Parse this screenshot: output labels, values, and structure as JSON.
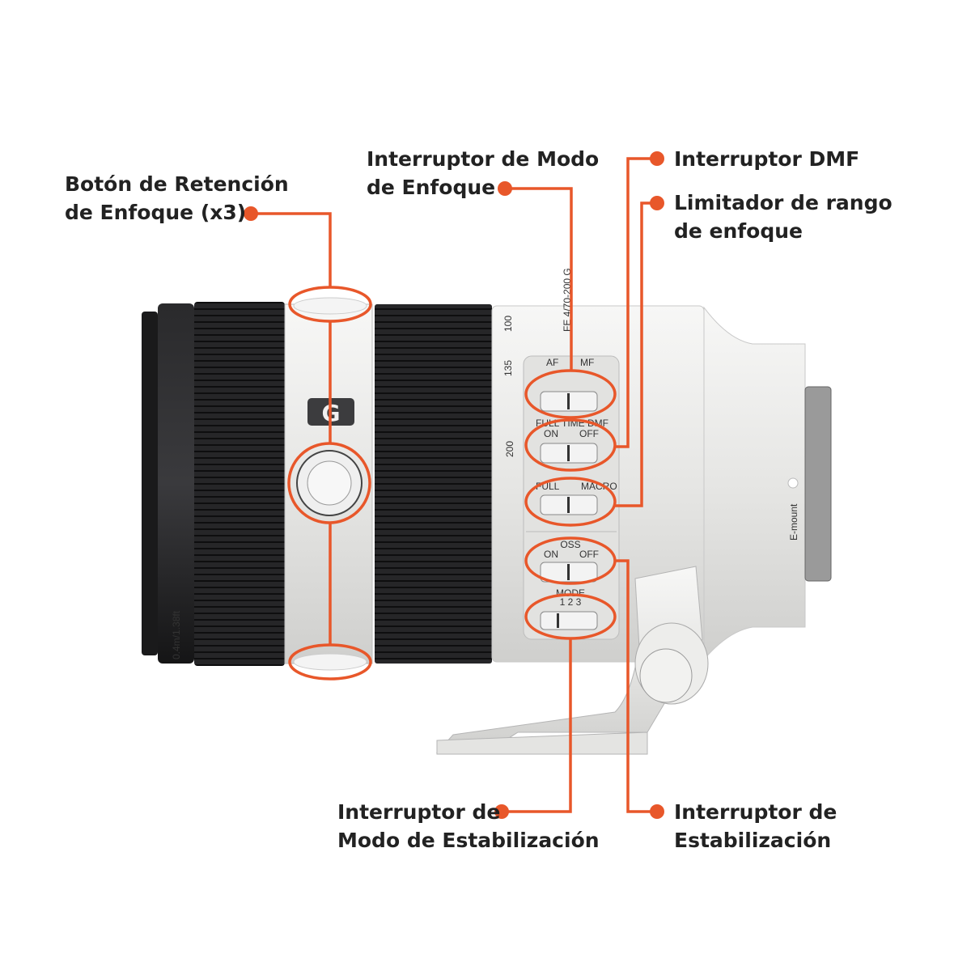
{
  "colors": {
    "accent": "#e8572a",
    "lens_white": "#ebebea",
    "lens_black": "#1e1e1f"
  },
  "callouts": [
    {
      "id": "focus-hold",
      "lines": [
        "Botón de Retención",
        "de Enfoque (x3)"
      ]
    },
    {
      "id": "focus-mode",
      "lines": [
        "Interruptor de Modo",
        "de Enfoque"
      ]
    },
    {
      "id": "dmf",
      "lines": [
        "Interruptor DMF"
      ]
    },
    {
      "id": "focus-range",
      "lines": [
        "Limitador de rango",
        "de enfoque"
      ]
    },
    {
      "id": "stab-mode",
      "lines": [
        "Interruptor de",
        "Modo de Estabilización"
      ]
    },
    {
      "id": "stab",
      "lines": [
        "Interruptor de",
        "Estabilización"
      ]
    }
  ],
  "lens_markings": {
    "logo": "G",
    "model": "FE 4/70-200 G",
    "focal_lengths": [
      "100",
      "135",
      "200"
    ],
    "af_mf": {
      "left": "AF",
      "right": "MF"
    },
    "dmf": {
      "title": "FULL TIME DMF",
      "left": "ON",
      "right": "OFF"
    },
    "range": {
      "left": "FULL",
      "right": "MACRO"
    },
    "oss": {
      "title": "OSS",
      "left": "ON",
      "right": "OFF"
    },
    "mode": {
      "title": "MODE",
      "values": "1 2 3"
    },
    "mount": "E-mount",
    "distance": "0.4m/1.38ft"
  }
}
